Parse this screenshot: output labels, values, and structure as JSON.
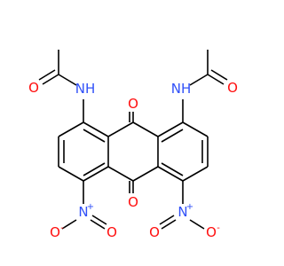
{
  "molecule": {
    "colors": {
      "carbon_bond": "#000000",
      "oxygen": "#ff0d0d",
      "nitrogen": "#3050f8",
      "background": "#ffffff"
    },
    "labels": {
      "quinone_top_O": "O",
      "quinone_bottom_O": "O",
      "amide_left_NH": "NH",
      "amide_left_H": "H",
      "amide_right_NH": "NH",
      "amide_right_H": "H",
      "acetyl_left_O": "O",
      "acetyl_right_O": "O",
      "nitro_left_N": "N",
      "nitro_left_plus": "+",
      "nitro_left_O1": "O",
      "nitro_left_O1_minus": "-",
      "nitro_left_O2": "O",
      "nitro_right_N": "N",
      "nitro_right_plus": "+",
      "nitro_right_O1": "O",
      "nitro_right_O1_minus": "-",
      "nitro_right_O2": "O"
    }
  }
}
